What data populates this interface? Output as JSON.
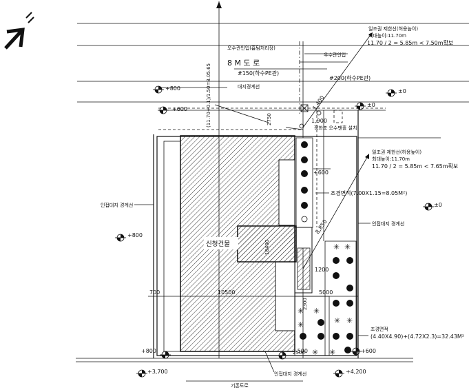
{
  "north_mark": "↗",
  "labels": {
    "road_boundary": "오수관인입(흄팀처리장)",
    "road_name": "8 M 도 로",
    "pipe_150": "#150(하수PE관)",
    "pipe_200": "#200(하수PE관)",
    "water_meter": "우수관인입",
    "boundary_line": "대지경계선",
    "angle_dim": "(11.70+0.1)/1.50=8.05.65",
    "sun_top_title": "일조권 제한선(허용높이)",
    "sun_top_height": "최대높이:11.70m",
    "sun_top_calc": "11.70 / 2 = 5.85m < 7.50m확보",
    "sun_mid_title": "일조권 제한선(허용높이)",
    "sun_mid_height": "최대높이:11.70m",
    "sun_mid_calc": "11.70 / 2 = 5.85m < 7.65m확보",
    "septic": "정화조 오수맨홀 설치",
    "landscape_area_1": "조경면적(7.00X1.15=8.05M²)",
    "landscape_area_2_title": "조경면적",
    "landscape_area_2_calc": "(4.40X4.90)+(4.72X2.3)=32.43M²",
    "adjacent_left": "인접대지 경계선",
    "adjacent_right": "인접대지 경계선",
    "adjacent_bottom": "인접대지 경계선",
    "existing_road": "기존도로",
    "building": "신청건물",
    "building_depth": "18400",
    "dim_700": "700",
    "dim_10500": "10500",
    "dim_5000": "5000",
    "dim_1200": "1200",
    "dim_1900": "1,900",
    "dim_1400": "1,400",
    "dim_2750": "2750",
    "dim_8850": "8,850",
    "dim_2300": "2300",
    "dim_2500": "2500",
    "el_top_left": "+800",
    "el_top_left2": "+600",
    "el_left": "+800",
    "el_right_mid": "+600",
    "el_bottom_left": "+800",
    "el_bottom_right": "+600",
    "el_zero_1": "±0",
    "el_zero_2": "±0",
    "el_zero_3": "±0",
    "el_bottom_level_1": "+3,700",
    "el_bottom_level_2": "+4,200",
    "el_bottom_mid": "+500"
  }
}
